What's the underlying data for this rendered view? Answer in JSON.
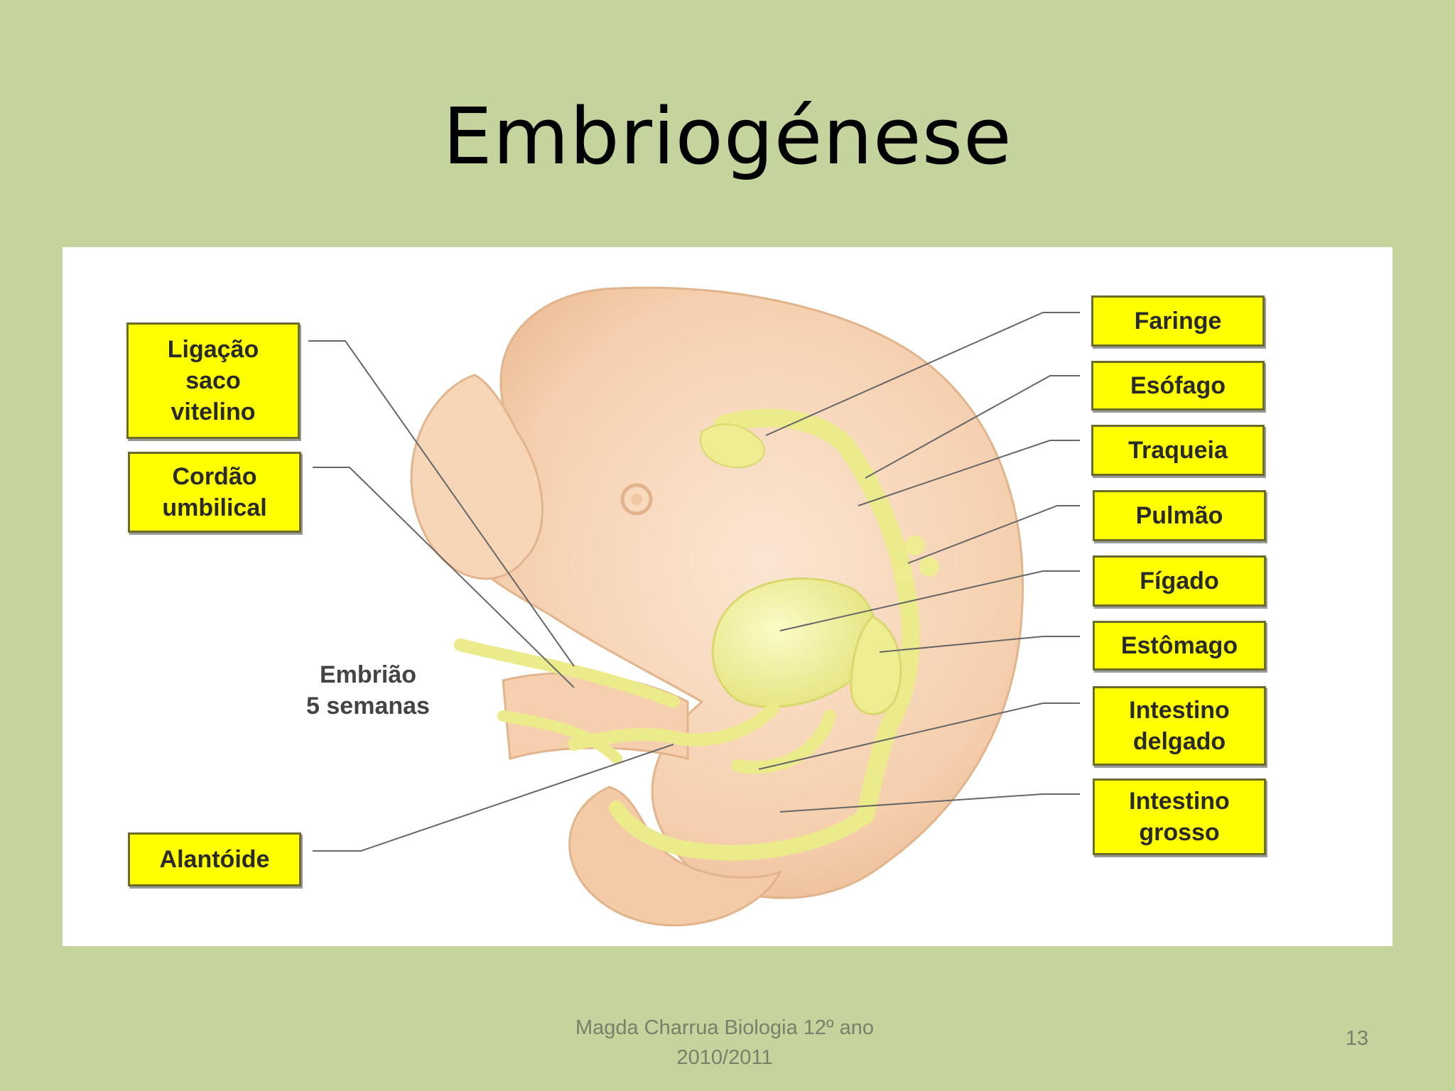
{
  "slide": {
    "title": "Embriogénese",
    "footer": "Magda Charrua Biologia 12º ano\n2010/2011",
    "page_number": "13"
  },
  "diagram": {
    "caption": "Embrião\n5 semanas",
    "left_labels": [
      {
        "id": "ligacao-saco-vitelino",
        "text": "Ligação\nsaco\nvitelino"
      },
      {
        "id": "cordao-umbilical",
        "text": "Cordão\numbilical"
      },
      {
        "id": "alantoide",
        "text": "Alantóide"
      }
    ],
    "right_labels": [
      {
        "id": "faringe",
        "text": "Faringe"
      },
      {
        "id": "esofago",
        "text": "Esófago"
      },
      {
        "id": "traqueia",
        "text": "Traqueia"
      },
      {
        "id": "pulmao",
        "text": "Pulmão"
      },
      {
        "id": "figado",
        "text": "Fígado"
      },
      {
        "id": "estomago",
        "text": "Estômago"
      },
      {
        "id": "intestino-delgado",
        "text": "Intestino\ndelgado"
      },
      {
        "id": "intestino-grosso",
        "text": "Intestino\ngrosso"
      }
    ],
    "colors": {
      "label_fill": "#ffff00",
      "embryo_skin": "#f6d3b4",
      "organs": "#f0ef9a"
    }
  }
}
